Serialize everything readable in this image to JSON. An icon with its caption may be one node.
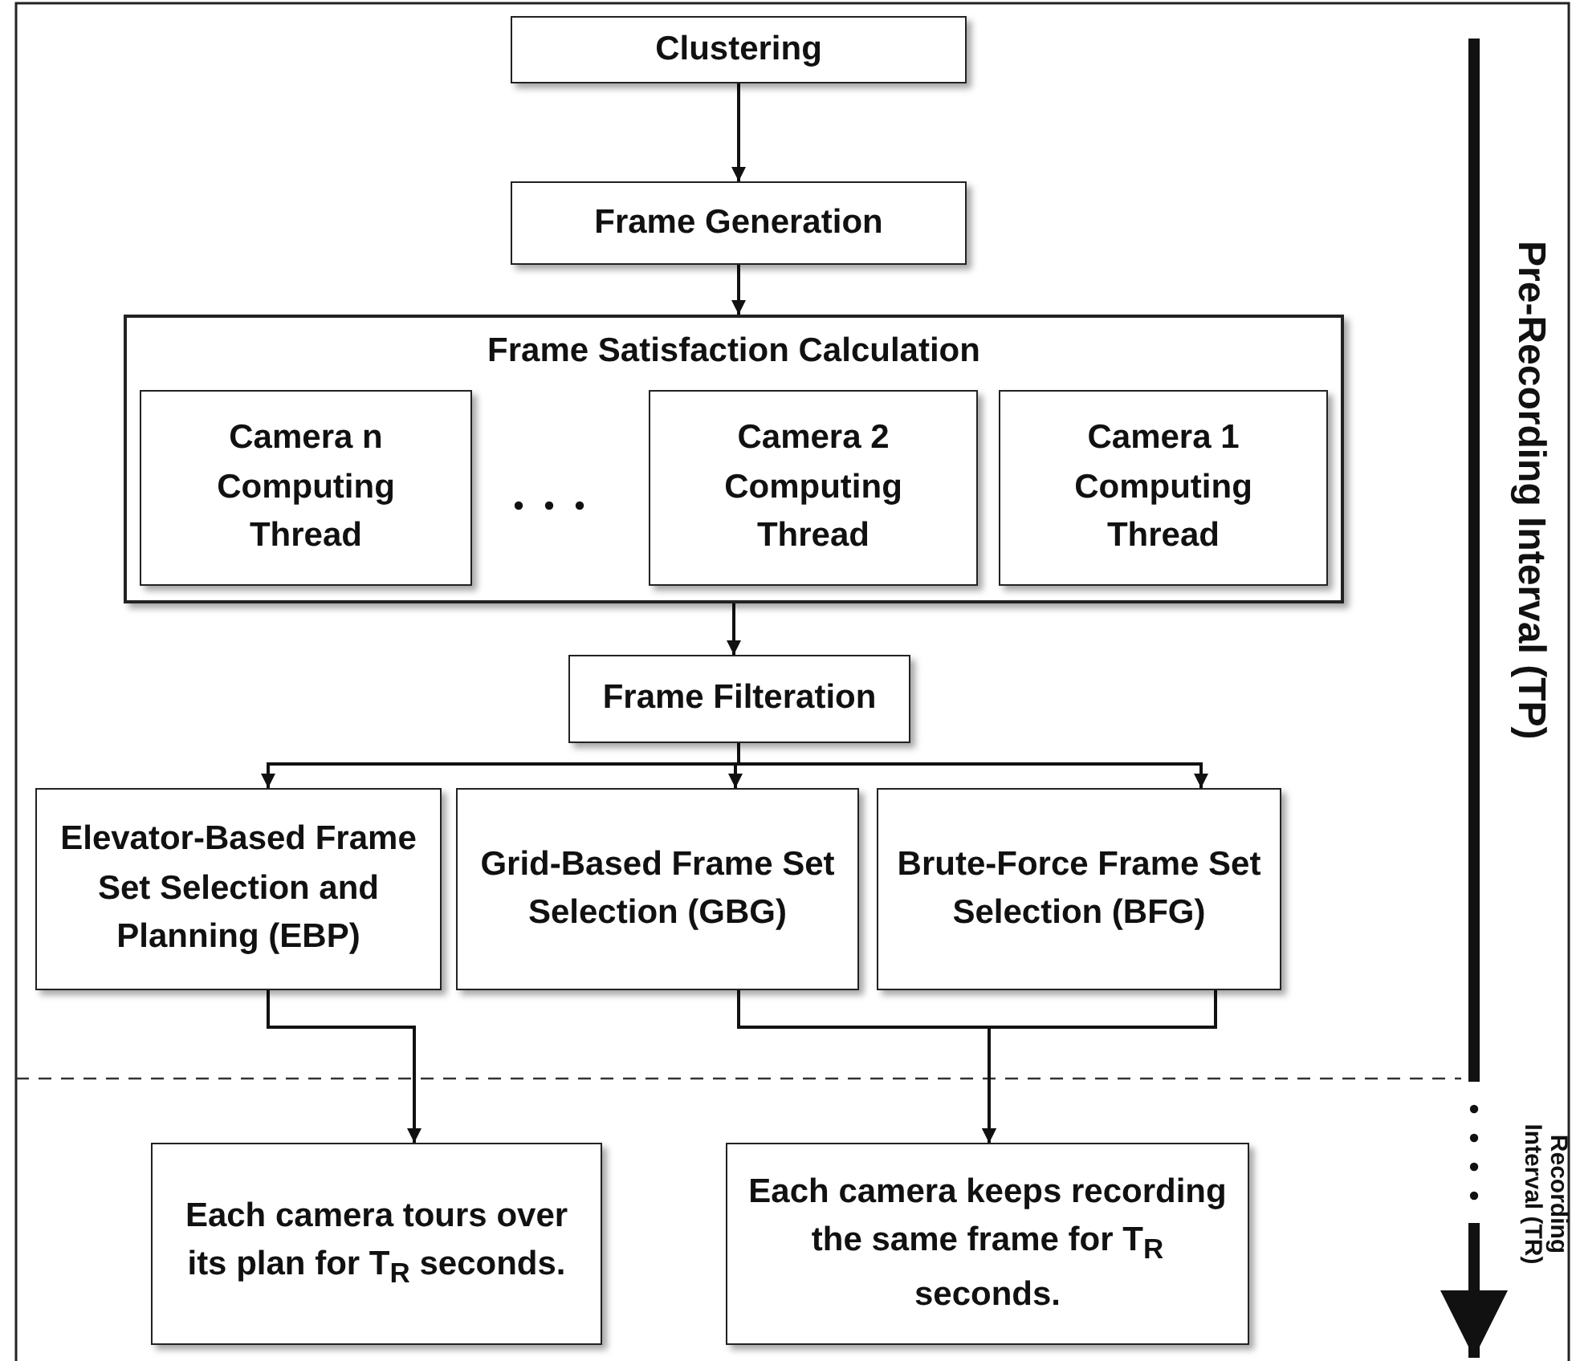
{
  "diagram": {
    "nodes": [
      {
        "text": [
          "Clustering"
        ]
      },
      {
        "text": [
          "Frame Generation"
        ]
      },
      {
        "text": [
          "Frame Satisfaction Calculation"
        ]
      },
      {
        "text": [
          "Camera n Computing Thread"
        ],
        "in": 2
      },
      {
        "text": [
          "Camera 2 Computing Thread"
        ],
        "in": 2
      },
      {
        "text": [
          "Camera 1 Computing Thread"
        ],
        "in": 2
      },
      {
        "text": [
          "Frame Filteration"
        ]
      },
      {
        "text": [
          "Elevator-Based Frame Set Selection and Planning (EBP)"
        ]
      },
      {
        "text": [
          "Grid-Based Frame Set Selection (GBG)"
        ]
      },
      {
        "text": [
          "Brute-Force Frame Set Selection (BFG)"
        ]
      },
      {
        "text": [
          "Each camera tours over its plan for T$_{R}$ seconds."
        ]
      },
      {
        "text": [
          "Each camera keeps recording the same frame for T$_{R}$ seconds."
        ]
      }
    ],
    "edges": [
      {
        "from": 0,
        "to": 1,
        "arrow": "to"
      },
      {
        "from": 1,
        "to": 2,
        "arrow": "to"
      },
      {
        "from": 2,
        "to": 6,
        "arrow": "to"
      },
      {
        "from": 6,
        "to": 7,
        "arrow": "to"
      },
      {
        "from": 6,
        "to": 8,
        "arrow": "to"
      },
      {
        "from": 6,
        "to": 9,
        "arrow": "to"
      },
      {
        "from": 7,
        "to": 10,
        "arrow": "to"
      },
      {
        "from": 8,
        "to": 11,
        "arrow": "to"
      },
      {
        "from": 9,
        "to": 11,
        "arrow": "to"
      }
    ],
    "labels": [
      "Pre-Recording Interval (TP)",
      "Recording Interval (TR)"
    ]
  }
}
